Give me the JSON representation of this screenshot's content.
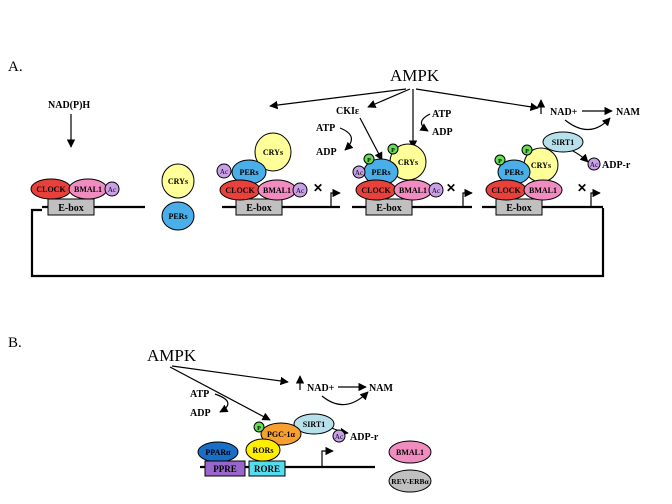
{
  "panel_a": {
    "label": "A.",
    "ampk": "AMPK",
    "nadph": "NAD(P)H",
    "ckie": "CKIε",
    "atp": "ATP",
    "adp": "ADP",
    "nad_plus": "NAD+",
    "nam": "NAM",
    "adp_r": "ADP-r",
    "clock": "CLOCK",
    "bmal1": "BMAL1",
    "ac": "Ac",
    "ebox": "E-box",
    "crys": "CRYs",
    "pers": "PERs",
    "p": "P",
    "sirt1": "SIRT1"
  },
  "panel_b": {
    "label": "B.",
    "ampk": "AMPK",
    "atp": "ATP",
    "adp": "ADP",
    "nad_plus": "NAD+",
    "nam": "NAM",
    "adp_r": "ADP-r",
    "ac": "Ac",
    "p": "P",
    "pgc1a": "PGC-1α",
    "sirt1": "SIRT1",
    "rors": "RORs",
    "ppara": "PPARα",
    "ppre": "PPRE",
    "rore": "RORE",
    "bmal1": "BMAL1",
    "reverba": "REV-ERBα"
  },
  "colors": {
    "clock": "#e8413c",
    "bmal1": "#f08cc0",
    "ac": "#c9a0e8",
    "crys": "#ffff99",
    "pers": "#4aaee8",
    "p": "#66dd55",
    "sirt1": "#b8e0ea",
    "ebox": "#c0c0c0",
    "pgc1a": "#f7a030",
    "rors": "#ffee00",
    "ppara": "#1a6ec8",
    "ppre": "#9966cc",
    "rore": "#55ddee",
    "reverba": "#c0c0c0",
    "x_mark": "#e03010"
  }
}
